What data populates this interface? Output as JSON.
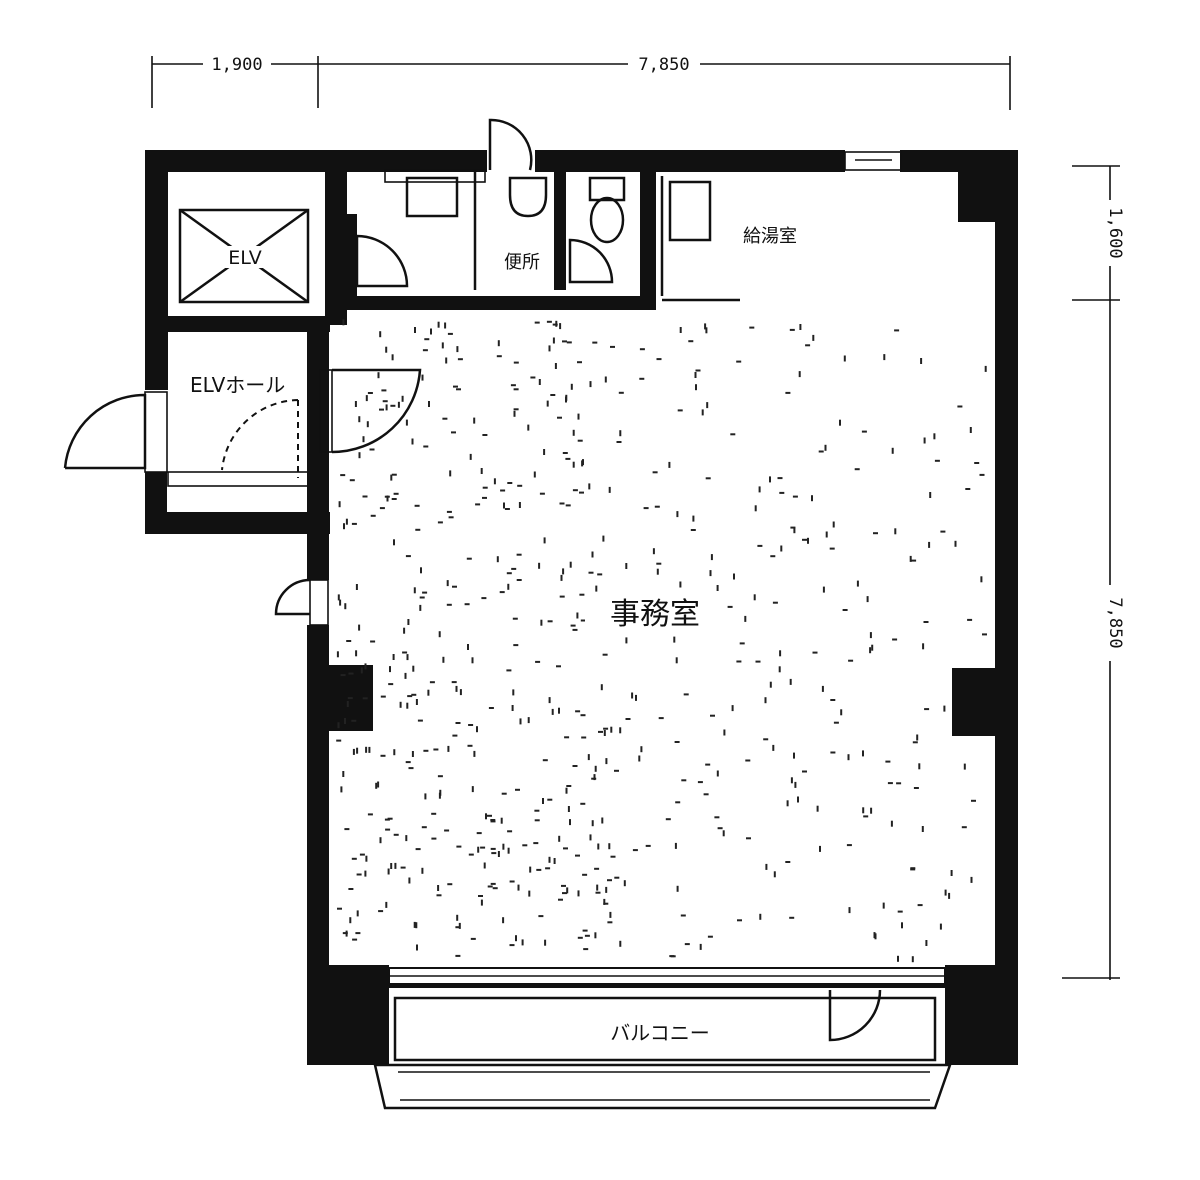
{
  "dimensions": {
    "top_left": "1,900",
    "top_right": "7,850",
    "right_top": "1,600",
    "right_main": "7,850"
  },
  "rooms": {
    "elv": "ELV",
    "elv_hall": "ELVホール",
    "toilet": "便所",
    "kitchen": "給湯室",
    "office": "事務室",
    "balcony": "バルコニー"
  }
}
